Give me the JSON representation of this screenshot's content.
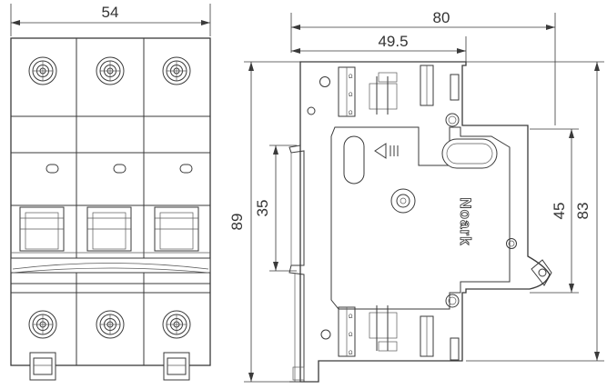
{
  "front_view": {
    "width_label": "54"
  },
  "side_view": {
    "depth_label": "80",
    "rail_depth_label": "49.5",
    "height_label": "89",
    "rail_label": "35",
    "cover_label": "45",
    "face_label": "83",
    "brand": "Noark",
    "terminal_marks": [
      "Ω",
      "Ω",
      "Ω"
    ]
  }
}
